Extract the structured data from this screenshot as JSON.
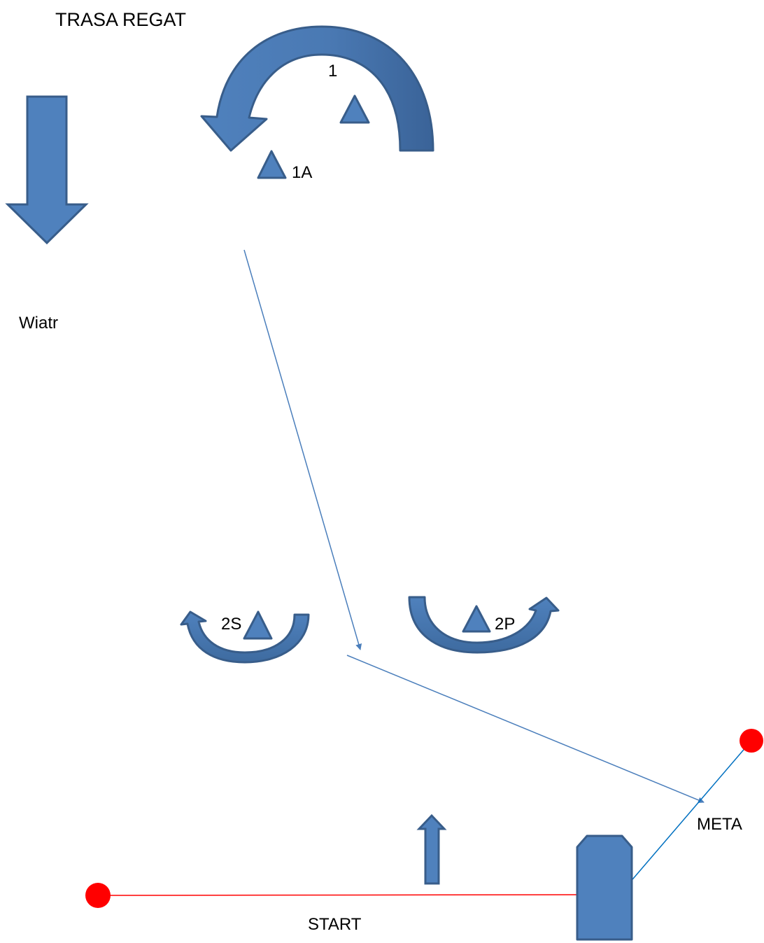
{
  "title": "TRASA REGAT",
  "wind_label": "Wiatr",
  "marks": {
    "mark_1": "1",
    "mark_1a": "1A",
    "mark_2s": "2S",
    "mark_2p": "2P"
  },
  "start_label": "START",
  "finish_label": "META",
  "icons": {
    "wind": "down-arrow-icon",
    "buoy": "triangle-buoy-icon",
    "turn": "curved-arrow-icon",
    "start_direction": "up-arrow-icon",
    "committee_boat": "boat-icon",
    "line_end": "red-dot-icon"
  },
  "colors": {
    "shape_fill": "#4F81BD",
    "shape_stroke": "#385D8A",
    "shape_dark": "#3E6BA0",
    "course_line": "#4A7EBB",
    "start_line": "#FF0000",
    "finish_line": "#0070C0",
    "text": "#000000"
  }
}
